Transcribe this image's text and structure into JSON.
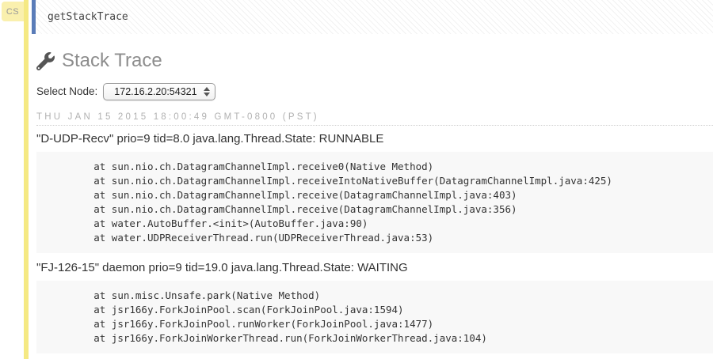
{
  "cell": {
    "badge": "CS",
    "input": "getStackTrace"
  },
  "output": {
    "title": "Stack Trace",
    "title_icon": "wrench-icon",
    "select_label": "Select Node:",
    "selected_node": "172.16.2.20:54321",
    "timestamp": "THU JAN 15 2015 18:00:49 GMT-0800 (PST)"
  },
  "threads": [
    {
      "header": "\"D-UDP-Recv\" prio=9 tid=8.0 java.lang.Thread.State: RUNNABLE",
      "stack": "\tat sun.nio.ch.DatagramChannelImpl.receive0(Native Method)\n\tat sun.nio.ch.DatagramChannelImpl.receiveIntoNativeBuffer(DatagramChannelImpl.java:425)\n\tat sun.nio.ch.DatagramChannelImpl.receive(DatagramChannelImpl.java:403)\n\tat sun.nio.ch.DatagramChannelImpl.receive(DatagramChannelImpl.java:356)\n\tat water.AutoBuffer.<init>(AutoBuffer.java:90)\n\tat water.UDPReceiverThread.run(UDPReceiverThread.java:53)"
    },
    {
      "header": "\"FJ-126-15\" daemon prio=9 tid=19.0 java.lang.Thread.State: WAITING",
      "stack": "\tat sun.misc.Unsafe.park(Native Method)\n\tat jsr166y.ForkJoinPool.scan(ForkJoinPool.java:1594)\n\tat jsr166y.ForkJoinPool.runWorker(ForkJoinPool.java:1477)\n\tat jsr166y.ForkJoinWorkerThread.run(ForkJoinWorkerThread.java:104)"
    }
  ],
  "colors": {
    "accent_yellow": "#f5e983",
    "badge_yellow": "#faf0ae",
    "cell_border_blue": "#5a7cb8",
    "code_block_bg": "#f8f8f8",
    "heading_gray": "#8d8d8d",
    "timestamp_gray": "#b1b1b1",
    "text": "#333333"
  }
}
